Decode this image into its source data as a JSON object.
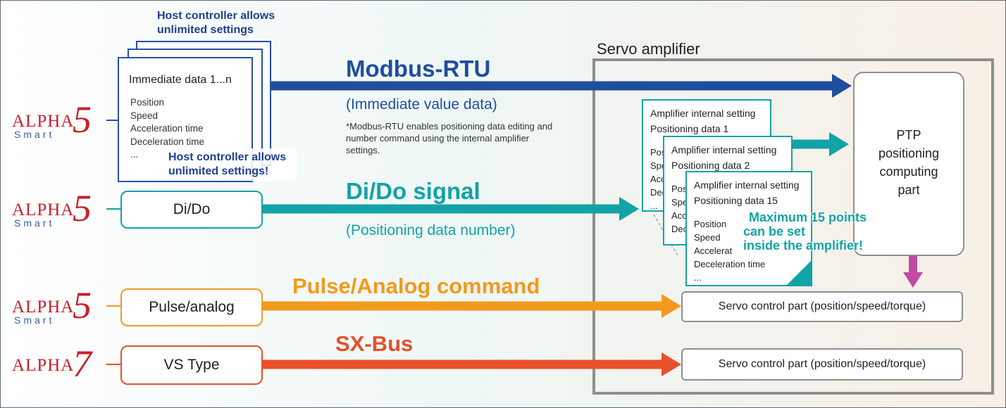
{
  "servo_amplifier": {
    "label": "Servo amplifier",
    "ptp_lines": [
      "PTP",
      "positioning",
      "computing",
      "part"
    ],
    "servo_control_label": "Servo control part (position/speed/torque)"
  },
  "host": {
    "top_caption": [
      "Host controller allows",
      "unlimited settings"
    ],
    "inner_caption": [
      "Host controller allows",
      "unlimited settings!"
    ],
    "doc_title": "Immediate data 1...n",
    "doc_items": [
      "Position",
      "Speed",
      "Acceleration time",
      "Deceleration time",
      "..."
    ]
  },
  "rows": [
    {
      "logo_main": "ALPHA",
      "logo_num": "5",
      "logo_sub": "Smart",
      "box_label": "",
      "title": "Modbus-RTU",
      "subtitle": "(Immediate value data)",
      "note": "*Modbus-RTU enables positioning data editing and number command using the internal amplifier settings."
    },
    {
      "logo_main": "ALPHA",
      "logo_num": "5",
      "logo_sub": "Smart",
      "box_label": "Di/Do",
      "title": "Di/Do signal",
      "subtitle": "(Positioning data number)"
    },
    {
      "logo_main": "ALPHA",
      "logo_num": "5",
      "logo_sub": "Smart",
      "box_label": "Pulse/analog",
      "title": "Pulse/Analog command"
    },
    {
      "logo_main": "ALPHA",
      "logo_num": "7",
      "logo_sub": "",
      "box_label": "VS Type",
      "title": "SX-Bus"
    }
  ],
  "amp_pages": [
    {
      "line1": "Amplifier internal setting",
      "line2": "Positioning data 1",
      "fields": [
        "Posi",
        "Spe",
        "Acce",
        "Dece",
        "..."
      ]
    },
    {
      "line1": "Amplifier internal setting",
      "line2": "Positioning data 2",
      "fields": [
        "Pos",
        "Spe",
        "Acc",
        "Dec",
        "..."
      ]
    },
    {
      "line1": "Amplifier internal setting",
      "line2": "Positioning data 15",
      "fields": [
        "Position",
        "Speed",
        "Accelerat",
        "Deceleration time",
        "..."
      ]
    }
  ],
  "max_points_callout": [
    "Maximum 15 points",
    "can be set",
    "inside the amplifier!"
  ],
  "colors": {
    "modbus": "#1f4e9f",
    "dido": "#13a3a6",
    "pulse": "#f39a1d",
    "sxbus": "#e8502a",
    "ptp_arrow": "#c04aa6",
    "logo_red": "#c8202a"
  }
}
